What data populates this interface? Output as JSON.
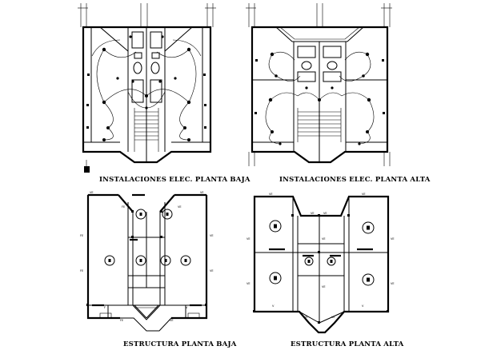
{
  "drawing": {
    "captions": {
      "elec_planta_baja": "INSTALACIONES ELEC. PLANTA BAJA",
      "elec_planta_alta": "INSTALACIONES ELEC. PLANTA ALTA",
      "estructura_planta_baja": "ESTRUCTURA PLANTA BAJA",
      "estructura_planta_alta": "ESTRUCTURA PLANTA ALTA"
    },
    "line_color": "#000000",
    "background": "#ffffff"
  }
}
